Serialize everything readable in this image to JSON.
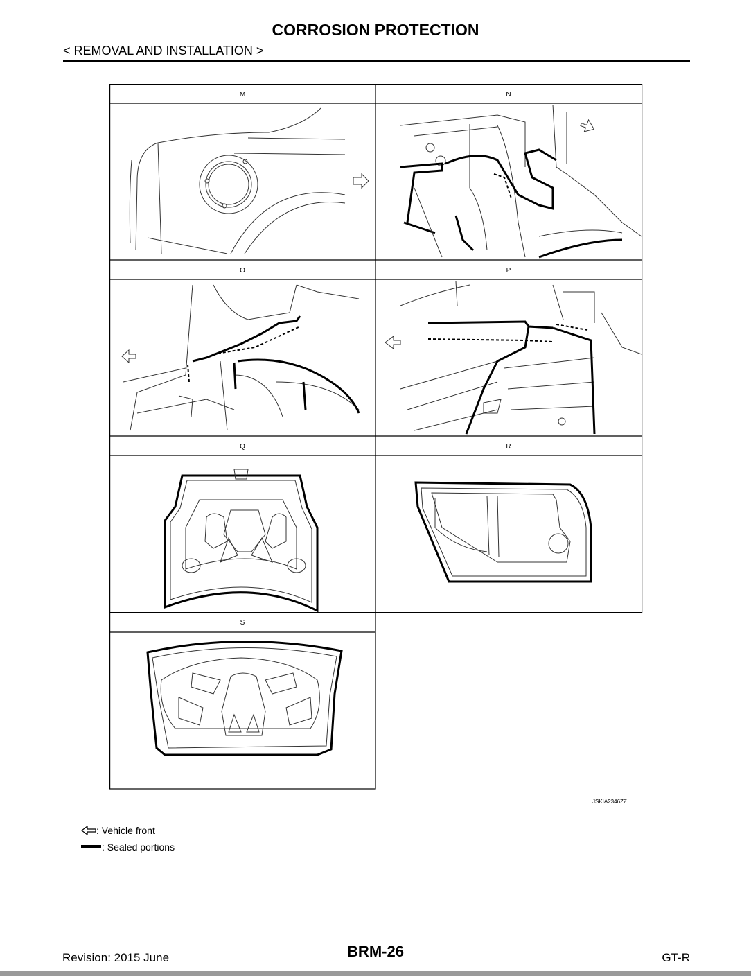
{
  "header": {
    "title": "CORROSION PROTECTION",
    "section": "< REMOVAL AND INSTALLATION >"
  },
  "figure": {
    "panels": [
      {
        "label": "M"
      },
      {
        "label": "N"
      },
      {
        "label": "O"
      },
      {
        "label": "P"
      },
      {
        "label": "Q"
      },
      {
        "label": "R"
      },
      {
        "label": "S"
      }
    ],
    "figure_id": "JSKIA2346ZZ"
  },
  "legend": {
    "vehicle_front": ": Vehicle front",
    "sealed_portions": ": Sealed portions"
  },
  "footer": {
    "revision": "Revision: 2015 June",
    "page": "BRM-26",
    "model": "GT-R"
  },
  "icons": {
    "vehicle_front": "hollow-arrow-icon",
    "sealed_portions": "thick-line-icon"
  }
}
